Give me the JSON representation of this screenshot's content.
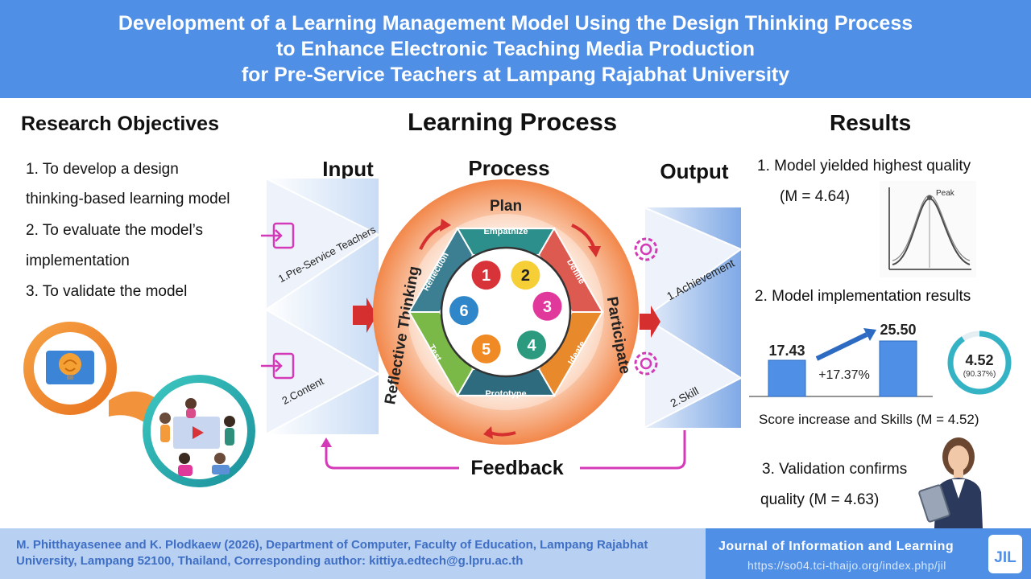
{
  "header": {
    "title_lines": [
      "Development of a Learning Management Model Using the Design Thinking Process",
      "to Enhance Electronic Teaching Media Production",
      "for Pre-Service Teachers at Lampang Rajabhat University"
    ]
  },
  "objectives": {
    "title": "Research Objectives",
    "lines": [
      "1. To develop a design",
      "thinking-based learning model",
      "2. To evaluate the model’s",
      "implementation",
      "3. To validate the model"
    ]
  },
  "process": {
    "title": "Learning Process",
    "input_label": "Input",
    "process_label": "Process",
    "output_label": "Output",
    "inputs": [
      "1.Pre-Service Teachers",
      "2.Content"
    ],
    "outputs": [
      "1.Achievement",
      "2.Skill"
    ],
    "ring": {
      "top": "Plan",
      "right": "Participate",
      "left": "Reflective Thinking"
    },
    "hex_segments": [
      "Empathize",
      "Define",
      "Ideate",
      "Prototype",
      "Test",
      "Reflection"
    ],
    "steps": [
      "1",
      "2",
      "3",
      "4",
      "5",
      "6"
    ],
    "feedback_label": "Feedback",
    "colors": {
      "empathize": "#2d8f8c",
      "define": "#dc5a4f",
      "ideate": "#e88a2c",
      "prototype": "#2e6b7e",
      "test": "#7ab847",
      "reflection": "#3c7f93",
      "step1": "#d9333a",
      "step2": "#f5cf35",
      "step3": "#e0389b",
      "step4": "#2b9a7f",
      "step5": "#f08a25",
      "step6": "#2f86c9",
      "feedback": "#d43ab8"
    }
  },
  "results": {
    "title": "Results",
    "r1_line1": "1. Model yielded highest quality",
    "r1_line2": "(M = 4.64)",
    "peak_label": "Peak",
    "r2_title": "2. Model implementation results",
    "pre_score": "17.43",
    "post_score": "25.50",
    "increase": "+17.37%",
    "gauge_value": "4.52",
    "gauge_percent": "(90.37%)",
    "gauge_fraction": 0.9037,
    "r2_caption": "Score increase and Skills (M = 4.52)",
    "r3_line1": "3. Validation confirms",
    "r3_line2": "quality (M = 4.63)"
  },
  "footer": {
    "line1": "M. Phitthayasenee and K. Plodkaew (2026), Department of Computer, Faculty of Education, Lampang Rajabhat",
    "line2": "University, Lampang 52100, Thailand, Corresponding author: kittiya.edtech@g.lpru.ac.th",
    "journal": "Journal of Information and Learning",
    "url": "https://so04.tci-thaijo.org/index.php/jil",
    "logo_text": "JIL"
  }
}
